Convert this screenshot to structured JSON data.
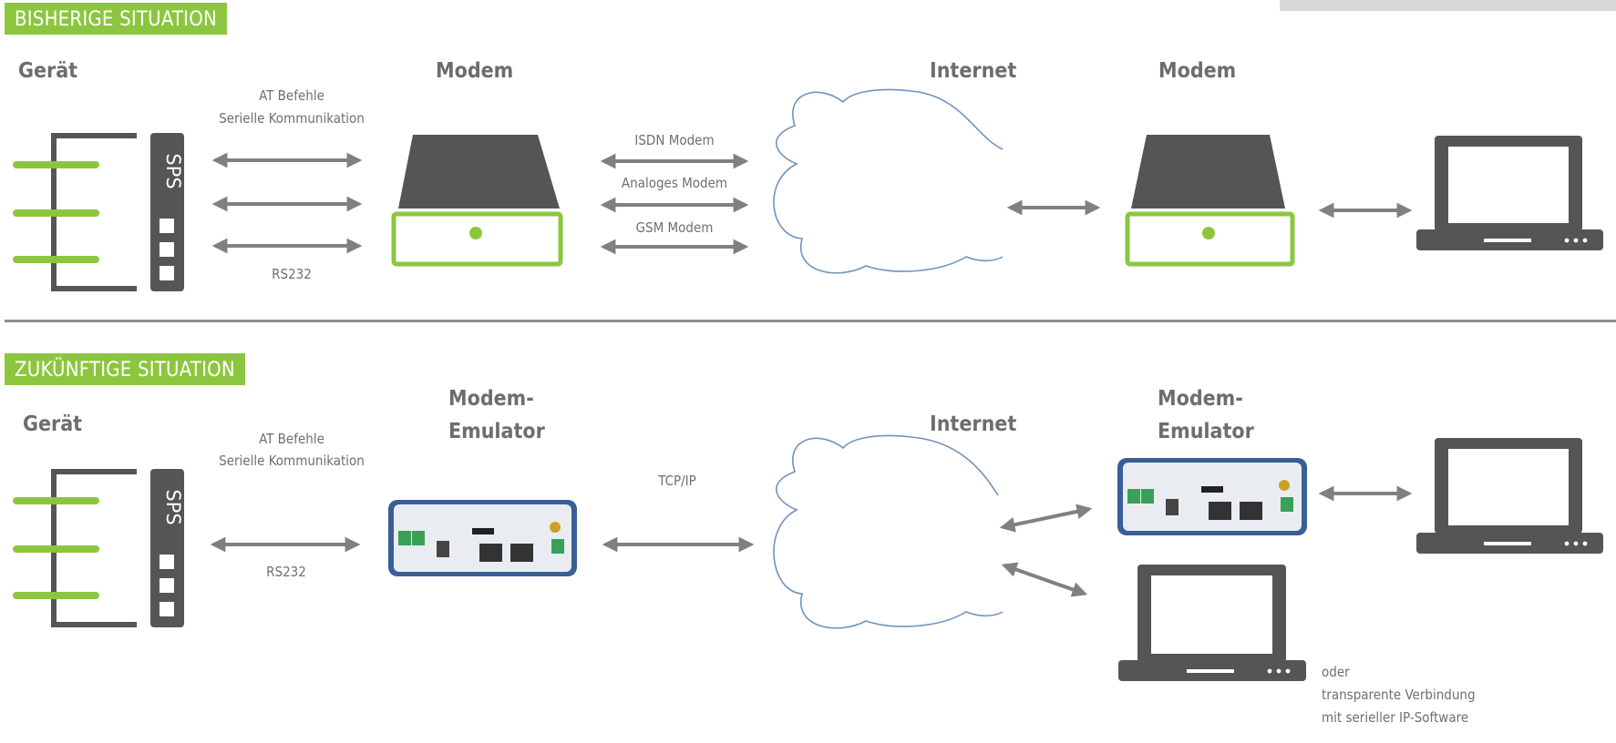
{
  "sections": {
    "previous": {
      "banner": "BISHERIGE SITUATION",
      "titles": {
        "device": "Gerät",
        "modem_left": "Modem",
        "internet": "Internet",
        "modem_right": "Modem"
      },
      "sps_label": "SPS",
      "serial_labels": {
        "line1": "AT Befehle",
        "line2": "Serielle Kommunikation",
        "bottom": "RS232"
      },
      "modem_types": [
        "ISDN Modem",
        "Analoges Modem",
        "GSM Modem"
      ]
    },
    "future": {
      "banner": "ZUKÜNFTIGE SITUATION",
      "titles": {
        "device": "Gerät",
        "emulator_left_1": "Modem-",
        "emulator_left_2": "Emulator",
        "internet": "Internet",
        "emulator_right_1": "Modem-",
        "emulator_right_2": "Emulator"
      },
      "sps_label": "SPS",
      "serial_labels": {
        "line1": "AT Befehle",
        "line2": "Serielle Kommunikation",
        "bottom": "RS232"
      },
      "tcp_label": "TCP/IP",
      "alternative": {
        "line1": "oder",
        "line2": "transparente Verbindung",
        "line3": "mit serieller IP-Software"
      }
    }
  },
  "colors": {
    "accent": "#8cc63f",
    "device_gray": "#555555",
    "arrow_gray": "#808080",
    "cloud_outline": "#6f93bd",
    "divider": "#8c8c8c"
  }
}
